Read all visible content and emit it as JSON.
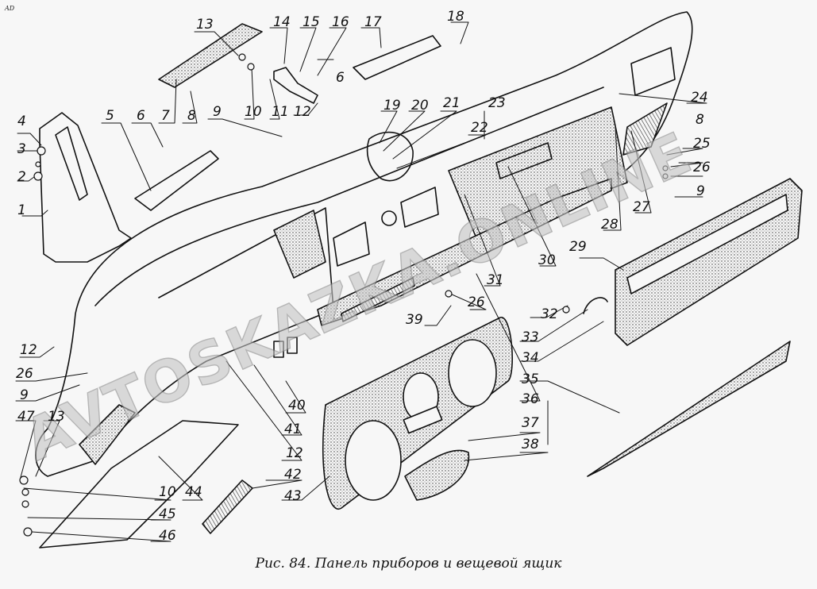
{
  "corner_mark": "AD",
  "caption": "Рис. 84. Панель приборов и вещевой ящик",
  "watermark": "AVTOSKAZKA.ONLINE",
  "callouts": [
    "1",
    "2",
    "3",
    "4",
    "5",
    "6",
    "6",
    "7",
    "8",
    "8",
    "9",
    "9",
    "9",
    "10",
    "10",
    "11",
    "12",
    "12",
    "12",
    "13",
    "13",
    "14",
    "15",
    "16",
    "17",
    "18",
    "19",
    "20",
    "21",
    "22",
    "23",
    "24",
    "25",
    "26",
    "26",
    "26",
    "27",
    "28",
    "29",
    "30",
    "31",
    "32",
    "33",
    "34",
    "35",
    "36",
    "37",
    "38",
    "39",
    "40",
    "41",
    "42",
    "43",
    "44",
    "45",
    "46",
    "47"
  ],
  "colors": {
    "ink": "#111111",
    "paper": "#f7f7f7",
    "watermark": "#9a9a9a"
  }
}
